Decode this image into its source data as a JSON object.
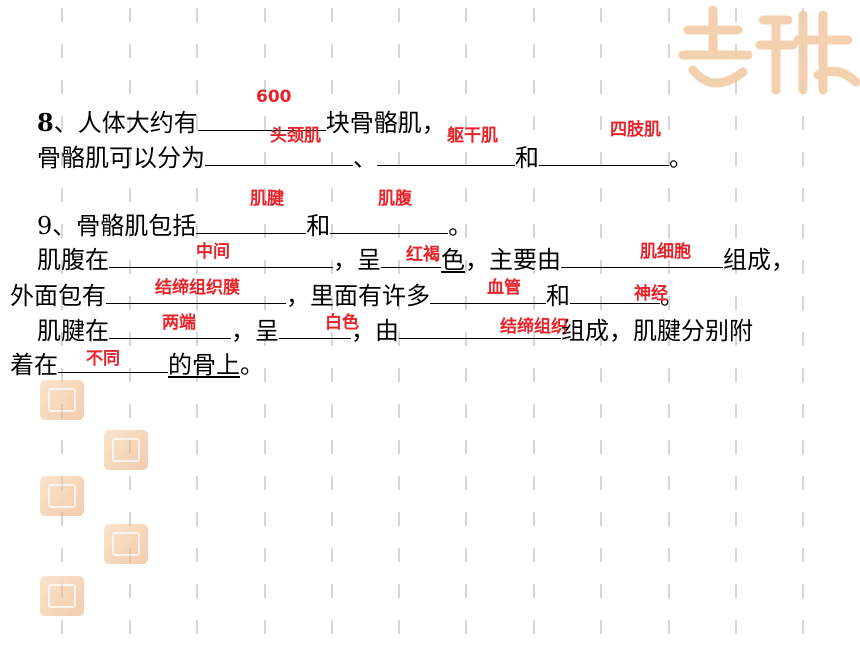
{
  "q8": {
    "line1_num": "8",
    "line1_a": "、人体大约有",
    "line1_b": "块骨骼肌，",
    "line2_a": "骨骼肌可以分为",
    "line2_sep": "、",
    "line2_and": "和",
    "line2_end": "。",
    "answers": {
      "count": "600",
      "part1": "头颈肌",
      "part2": "躯干肌",
      "part3": "四肢肌"
    }
  },
  "q9": {
    "line1_a": "9、骨骼肌包括",
    "line1_and": "和",
    "line1_end": "。",
    "line2_a": "肌腹在",
    "line2_b": "，呈",
    "line2_c": "色",
    "line2_d": "，主要由",
    "line2_e": "组成，",
    "line3_a": "外面包有",
    "line3_b": "，里面有许多",
    "line3_and": "和",
    "line3_end": "。",
    "line4_a": "肌腱在",
    "line4_b": "，呈",
    "line4_c": "，由",
    "line4_d": "组成，肌腱分别附",
    "line5_a": "着在",
    "line5_b": "的骨上",
    "line5_end": "。",
    "answers": {
      "part1": "肌腱",
      "part2": "肌腹",
      "belly_pos": "中间",
      "belly_color": "红褐",
      "belly_comp": "肌细胞",
      "belly_wrap": "结缔组织膜",
      "belly_inner1": "血管",
      "belly_inner2": "神经",
      "tendon_pos": "两端",
      "tendon_color": "白色",
      "tendon_comp": "结缔组织",
      "attach": "不同"
    }
  },
  "theme": {
    "answer_color": "#e8232a",
    "stamp_color": "#e9a36a",
    "dash_color": "#d6d6d6"
  }
}
